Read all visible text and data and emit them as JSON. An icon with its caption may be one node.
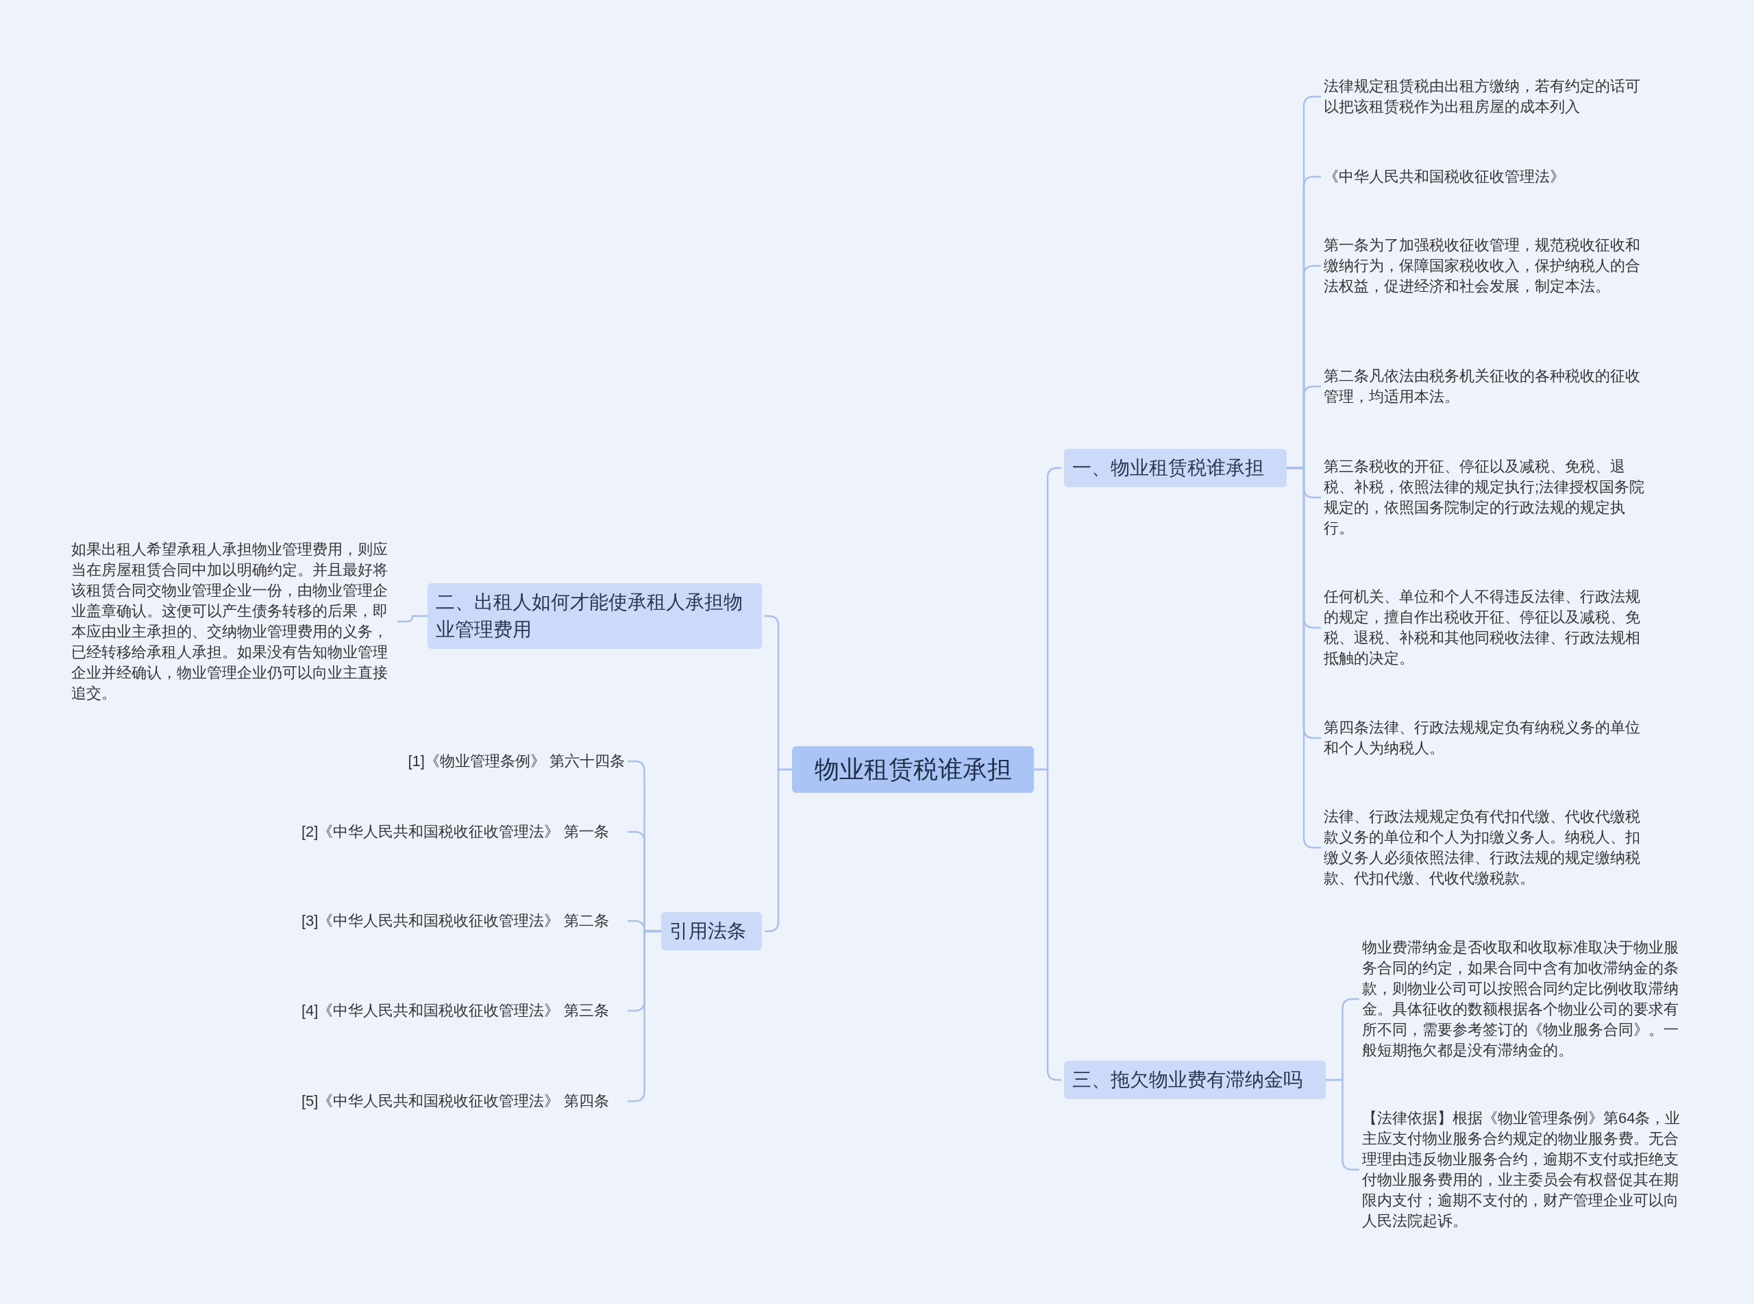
{
  "diagram": {
    "nodes": [
      {
        "text": [
          "物业租赁税谁承担"
        ]
      },
      {
        "text": [
          "一、物业租赁税谁承担"
        ]
      },
      {
        "text": [
          "法律规定租赁税由出租方缴纳，若有约定的话可以把该租赁税作为出租房屋的成本列入"
        ]
      },
      {
        "text": [
          "《中华人民共和国税收征收管理法》"
        ]
      },
      {
        "text": [
          "第一条为了加强税收征收管理，规范税收征收和缴纳行为，保障国家税收收入，保护纳税人的合法权益，促进经济和社会发展，制定本法。"
        ]
      },
      {
        "text": [
          "第二条凡依法由税务机关征收的各种税收的征收管理，均适用本法。"
        ]
      },
      {
        "text": [
          "第三条税收的开征、停征以及减税、免税、退税、补税，依照法律的规定执行;法律授权国务院规定的，依照国务院制定的行政法规的规定执行。"
        ]
      },
      {
        "text": [
          "任何机关、单位和个人不得违反法律、行政法规的规定，擅自作出税收开征、停征以及减税、免税、退税、补税和其他同税收法律、行政法规相抵触的决定。"
        ]
      },
      {
        "text": [
          "第四条法律、行政法规规定负有纳税义务的单位和个人为纳税人。"
        ]
      },
      {
        "text": [
          "法律、行政法规规定负有代扣代缴、代收代缴税款义务的单位和个人为扣缴义务人。纳税人、扣缴义务人必须依照法律、行政法规的规定缴纳税款、代扣代缴、代收代缴税款。"
        ]
      },
      {
        "text": [
          "三、拖欠物业费有滞纳金吗"
        ]
      },
      {
        "text": [
          "物业费滞纳金是否收取和收取标准取决于物业服务合同的约定，如果合同中含有加收滞纳金的条款，则物业公司可以按照合同约定比例收取滞纳金。具体征收的数额根据各个物业公司的要求有所不同，需要参考签订的《物业服务合同》。一般短期拖欠都是没有滞纳金的。"
        ]
      },
      {
        "text": [
          "【法律依据】根据《物业管理条例》第64条，业主应支付物业服务合约规定的物业服务费。无合理理由违反物业服务合约，逾期不支付或拒绝支付物业服务费用的，业主委员会有权督促其在期限内支付；逾期不支付的，财产管理企业可以向人民法院起诉。"
        ]
      },
      {
        "text": [
          "二、出租人如何才能使承租人承担物业管理费用"
        ]
      },
      {
        "text": [
          "如果出租人希望承租人承担物业管理费用，则应当在房屋租赁合同中加以明确约定。并且最好将该租赁合同交物业管理企业一份，由物业管理企业盖章确认。这便可以产生债务转移的后果，即本应由业主承担的、交纳物业管理费用的义务，已经转移给承租人承担。如果没有告知物业管理企业并经确认，物业管理企业仍可以向业主直接追交。"
        ]
      },
      {
        "text": [
          "引用法条"
        ]
      },
      {
        "text": [
          "[1]《物业管理条例》 第六十四条"
        ]
      },
      {
        "text": [
          "[2]《中华人民共和国税收征收管理法》 第一条"
        ]
      },
      {
        "text": [
          "[3]《中华人民共和国税收征收管理法》 第二条"
        ]
      },
      {
        "text": [
          "[4]《中华人民共和国税收征收管理法》 第三条"
        ]
      },
      {
        "text": [
          "[5]《中华人民共和国税收征收管理法》 第四条"
        ]
      }
    ],
    "edges": [
      {
        "from": 0,
        "to": 1,
        "arrow": "none"
      },
      {
        "from": 1,
        "to": 2,
        "arrow": "none"
      },
      {
        "from": 1,
        "to": 3,
        "arrow": "none"
      },
      {
        "from": 1,
        "to": 4,
        "arrow": "none"
      },
      {
        "from": 1,
        "to": 5,
        "arrow": "none"
      },
      {
        "from": 1,
        "to": 6,
        "arrow": "none"
      },
      {
        "from": 1,
        "to": 7,
        "arrow": "none"
      },
      {
        "from": 1,
        "to": 8,
        "arrow": "none"
      },
      {
        "from": 1,
        "to": 9,
        "arrow": "none"
      },
      {
        "from": 0,
        "to": 10,
        "arrow": "none"
      },
      {
        "from": 10,
        "to": 11,
        "arrow": "none"
      },
      {
        "from": 10,
        "to": 12,
        "arrow": "none"
      },
      {
        "from": 0,
        "to": 13,
        "arrow": "none"
      },
      {
        "from": 13,
        "to": 14,
        "arrow": "none"
      },
      {
        "from": 0,
        "to": 15,
        "arrow": "none"
      },
      {
        "from": 15,
        "to": 16,
        "arrow": "none"
      },
      {
        "from": 15,
        "to": 17,
        "arrow": "none"
      },
      {
        "from": 15,
        "to": 18,
        "arrow": "none"
      },
      {
        "from": 15,
        "to": 19,
        "arrow": "none"
      },
      {
        "from": 15,
        "to": 20,
        "arrow": "none"
      }
    ]
  }
}
